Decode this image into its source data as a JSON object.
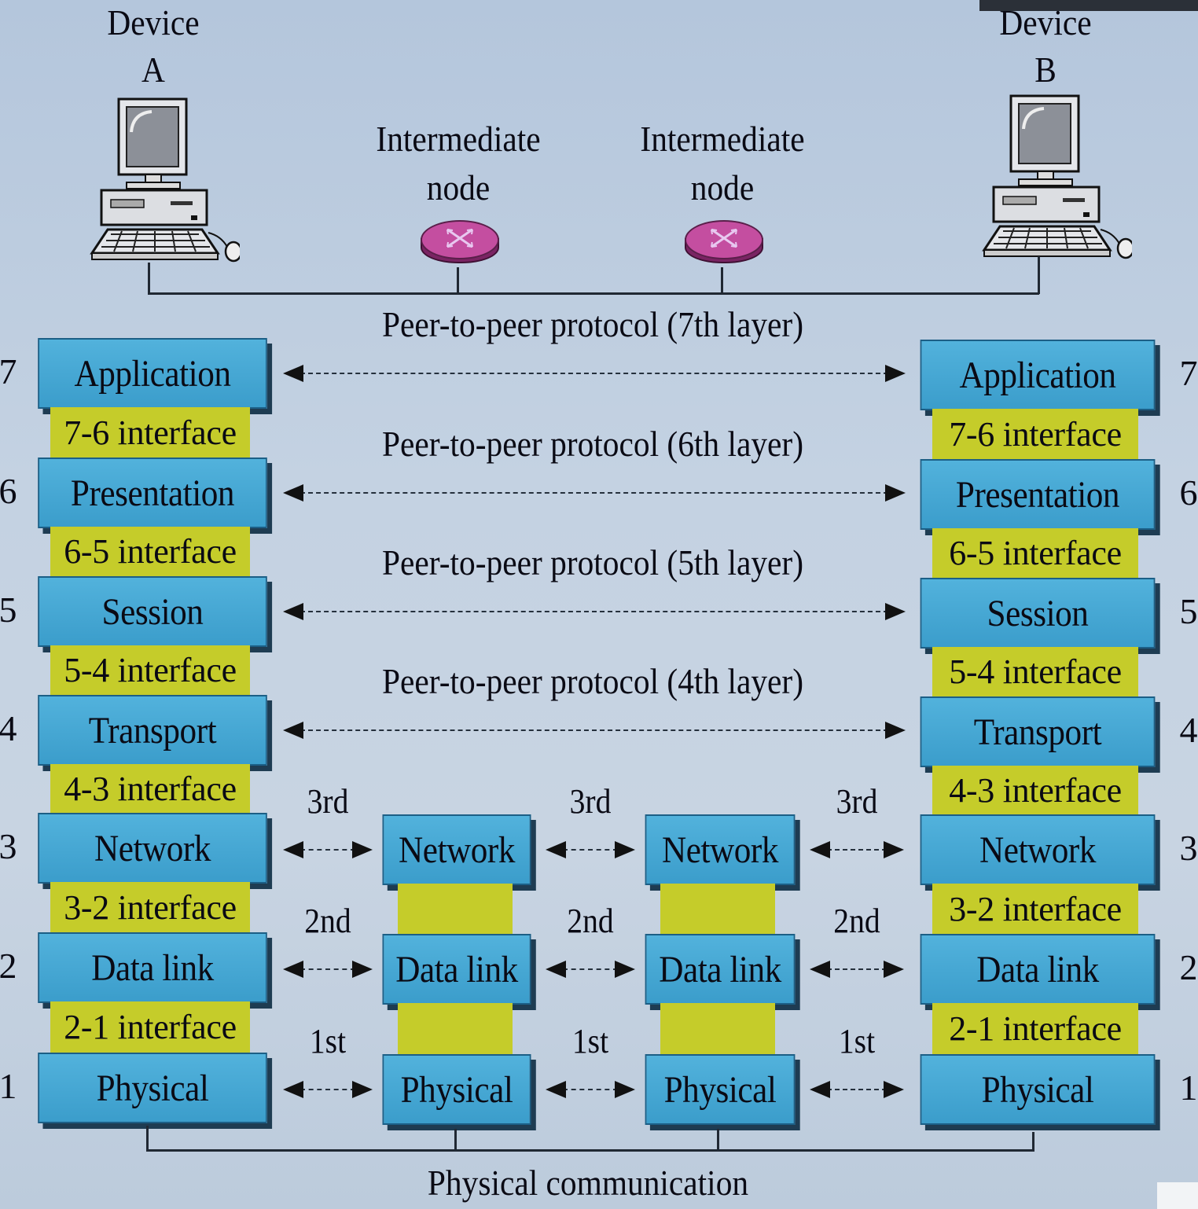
{
  "devices": [
    {
      "title": "Device",
      "letter": "A"
    },
    {
      "title": "Device",
      "letter": "B"
    }
  ],
  "intermediate_nodes": [
    {
      "line1": "Intermediate",
      "line2": "node"
    },
    {
      "line1": "Intermediate",
      "line2": "node"
    }
  ],
  "layers": [
    {
      "num": "7",
      "name": "Application"
    },
    {
      "num": "6",
      "name": "Presentation"
    },
    {
      "num": "5",
      "name": "Session"
    },
    {
      "num": "4",
      "name": "Transport"
    },
    {
      "num": "3",
      "name": "Network"
    },
    {
      "num": "2",
      "name": "Data link"
    },
    {
      "num": "1",
      "name": "Physical"
    }
  ],
  "interfaces": [
    "7-6 interface",
    "6-5 interface",
    "5-4 interface",
    "4-3 interface",
    "3-2 interface",
    "2-1 interface"
  ],
  "peer_protocols": [
    "Peer-to-peer protocol (7th layer)",
    "Peer-to-peer protocol (6th layer)",
    "Peer-to-peer protocol (5th layer)",
    "Peer-to-peer protocol (4th layer)"
  ],
  "hop_labels": [
    "3rd",
    "2nd",
    "1st"
  ],
  "footer": "Physical communication",
  "colors": {
    "layer_box": "#3ea0cf",
    "interface_box": "#c5cc2a",
    "router": "#c44ea0",
    "background": "#c4d2e2"
  },
  "icons": [
    "computer-icon",
    "router-icon"
  ]
}
